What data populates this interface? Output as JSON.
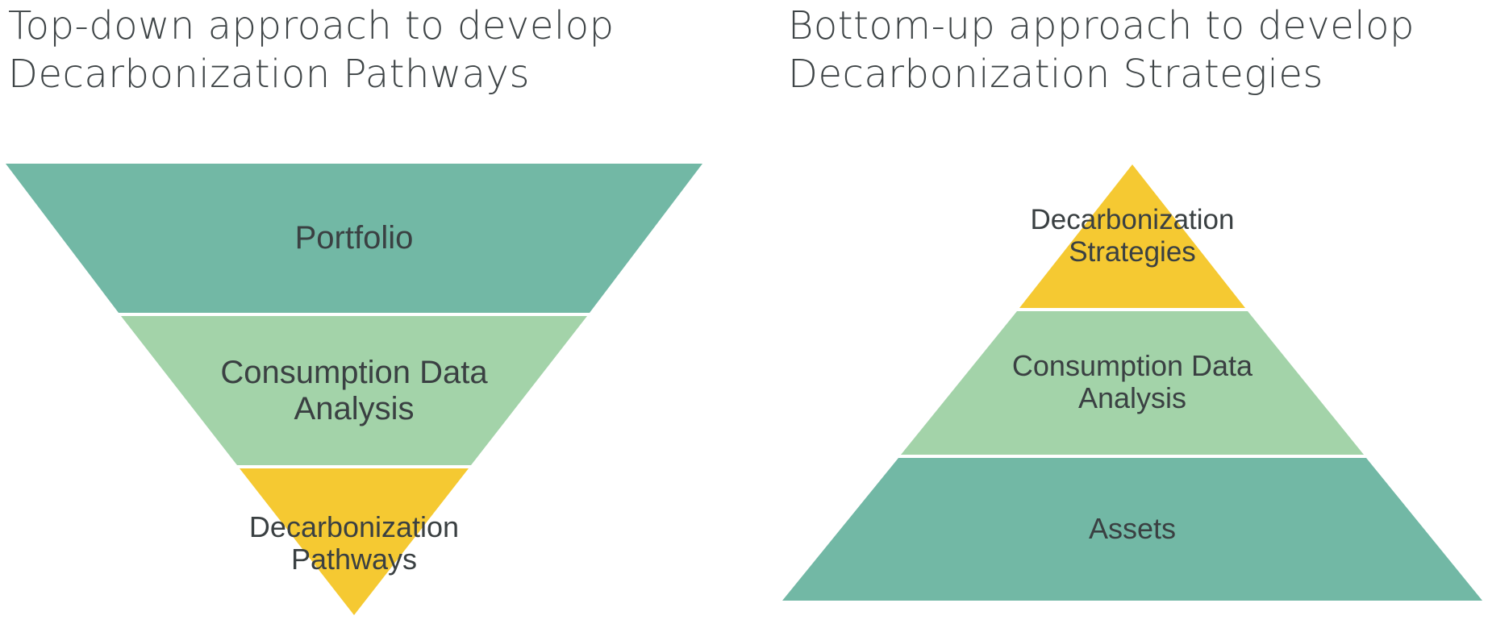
{
  "top_down": {
    "title_line1": "Top-down approach to develop",
    "title_line2": "Decarbonization Pathways",
    "layers": [
      {
        "label_line1": "Portfolio",
        "label_line2": "",
        "color": "#72b8a5"
      },
      {
        "label_line1": "Consumption Data",
        "label_line2": "Analysis",
        "color": "#a3d3a9"
      },
      {
        "label_line1": "Decarbonization",
        "label_line2": "Pathways",
        "color": "#f5c932"
      }
    ]
  },
  "bottom_up": {
    "title_line1": "Bottom-up approach to develop",
    "title_line2": "Decarbonization Strategies",
    "layers": [
      {
        "label_line1": "Decarbonization",
        "label_line2": "Strategies",
        "color": "#f5c932"
      },
      {
        "label_line1": "Consumption Data",
        "label_line2": "Analysis",
        "color": "#a3d3a9"
      },
      {
        "label_line1": "Assets",
        "label_line2": "",
        "color": "#72b8a5"
      }
    ]
  }
}
